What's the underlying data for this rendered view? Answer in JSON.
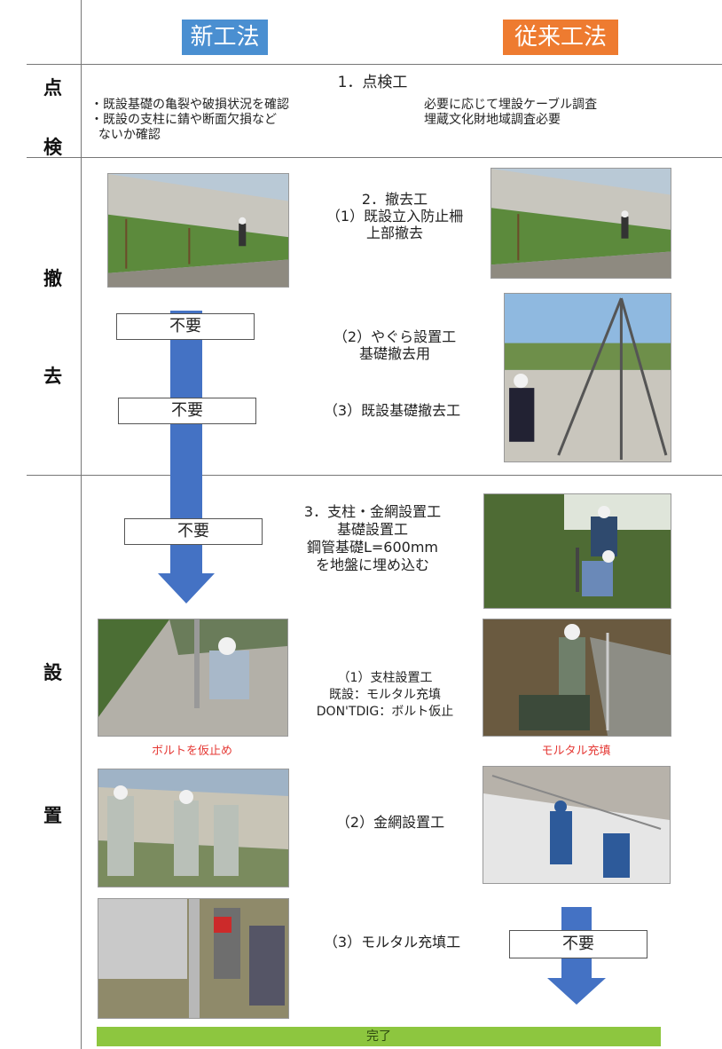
{
  "header": {
    "new_method": "新工法",
    "old_method": "従来工法",
    "new_color": "#4a8fd1",
    "old_color": "#ee7b30"
  },
  "sections": {
    "inspection": {
      "char1": "点",
      "char2": "検"
    },
    "removal": {
      "char1": "撤",
      "char2": "去"
    },
    "install": {
      "char1": "設",
      "char2": "置"
    }
  },
  "inspection": {
    "title": "1．点検工",
    "new_notes": "・既設基礎の亀裂や破損状況を確認\n・既設の支柱に錆や断面欠損など\n  ないか確認",
    "old_notes": "必要に応じて埋設ケーブル調査\n埋蔵文化財地域調査必要"
  },
  "removal": {
    "step2": "2．撤去工\n（1）既設立入防止柵\n上部撤去",
    "step2_2": "（2）やぐら設置工\n基礎撤去用",
    "step2_3": "（3）既設基礎撤去工"
  },
  "install": {
    "step3": "3．支柱・金網設置工\n基礎設置工\n鋼管基礎L=600mm\nを地盤に埋め込む",
    "step3_1": "（1）支柱設置工\n既設：モルタル充填\nDON'TDIG：ボルト仮止",
    "step3_2": "（2）金網設置工",
    "step3_3": "（3）モルタル充填工",
    "caption_new": "ボルトを仮止め",
    "caption_old": "モルタル充填"
  },
  "not_needed": "不要",
  "arrow_color": "#4472c4",
  "complete": "完了",
  "complete_color": "#8dc63f"
}
